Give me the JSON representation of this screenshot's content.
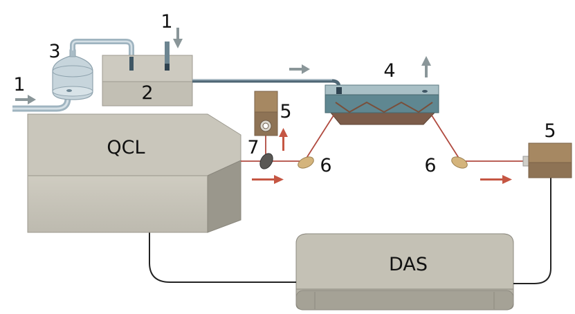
{
  "labels": {
    "qcl": "QCL",
    "das": "DAS",
    "gas_inlet_left": "1",
    "gas_inlet_top": "1",
    "reservoir": "3",
    "chamber": "2",
    "cell": "4",
    "detector_left": "5",
    "detector_right": "5",
    "mirror_left": "6",
    "mirror_right": "6",
    "beam_splitter": "7"
  },
  "colors": {
    "box_light": "#c9c6bb",
    "box_mid": "#b3b1a6",
    "box_dark": "#8f8c82",
    "detector_body": "#8e7355",
    "detector_top": "#a68862",
    "tube": "#9fb4c0",
    "tube_dark": "#3f5664",
    "cell_teal": "#6c8f97",
    "cell_brown": "#7c5c4a",
    "beam": "#b04a3f",
    "arrow_red": "#c55643",
    "arrow_gray": "#8a9699",
    "mirror": "#d4b47c",
    "cable": "#222222"
  },
  "icons": {
    "flow_arrow": "right-arrow-icon",
    "vent_arrow": "up-arrow-icon",
    "inlet_arrow": "down-arrow-icon",
    "beam_arrow": "red-arrow-icon"
  }
}
